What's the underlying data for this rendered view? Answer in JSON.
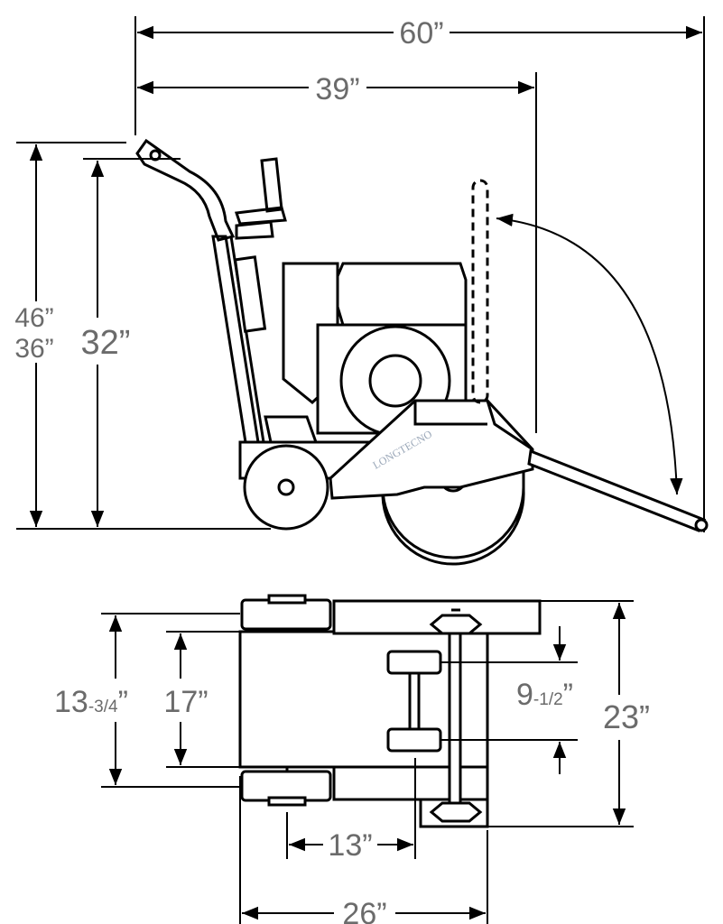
{
  "side_view": {
    "overall_length": "60”",
    "blade_reach": "39”",
    "handle_height_max": "46”",
    "handle_height_min": "36”",
    "body_height": "32”",
    "watermark": "LONGTECNO"
  },
  "top_view": {
    "rear_width": "13",
    "rear_width_fraction": "-3/4",
    "rear_width_mark": "”",
    "frame_width": "17”",
    "front_track": "9",
    "front_track_fraction": "-1/2",
    "front_track_mark": "”",
    "overall_width": "23”",
    "axle_span": "13”",
    "overall_depth": "26”"
  },
  "colors": {
    "lines": "#000000",
    "dimension_text": "#6b6b6b"
  }
}
